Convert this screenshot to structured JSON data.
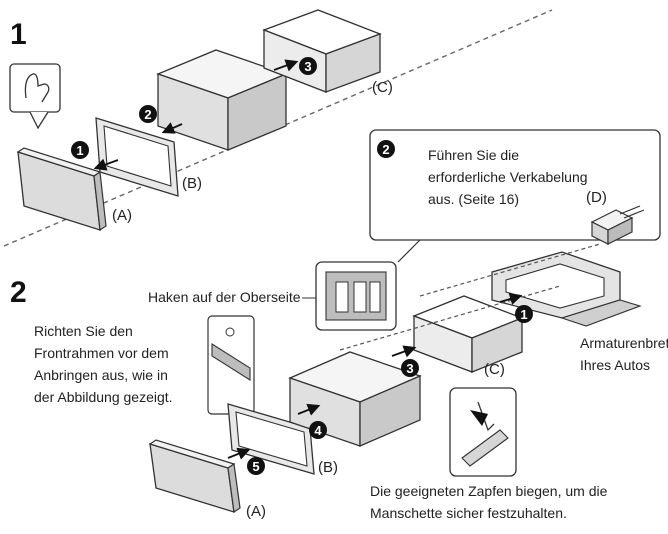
{
  "step1": {
    "number": "1",
    "badges": [
      "1",
      "2",
      "3"
    ],
    "labels": {
      "a": "(A)",
      "b": "(B)",
      "c": "(C)"
    }
  },
  "callout": {
    "badge": "2",
    "text_lines": [
      "Führen Sie die",
      "erforderliche Verkabelung",
      "aus. (Seite 16)"
    ],
    "connector_label": "(D)"
  },
  "step2": {
    "number": "2",
    "badges": [
      "1",
      "3",
      "4",
      "5"
    ],
    "labels": {
      "a": "(A)",
      "b": "(B)",
      "c": "(C)"
    },
    "hook_note": "Haken auf der Oberseite",
    "align_note": [
      "Richten Sie den",
      "Frontrahmen vor dem",
      "Anbringen aus, wie in",
      "der Abbildung gezeigt."
    ],
    "dashboard": [
      "Armaturenbrett",
      "Ihres Autos"
    ],
    "bend_note": [
      "Die geeigneten Zapfen biegen, um die",
      "Manschette sicher festzuhalten."
    ]
  }
}
